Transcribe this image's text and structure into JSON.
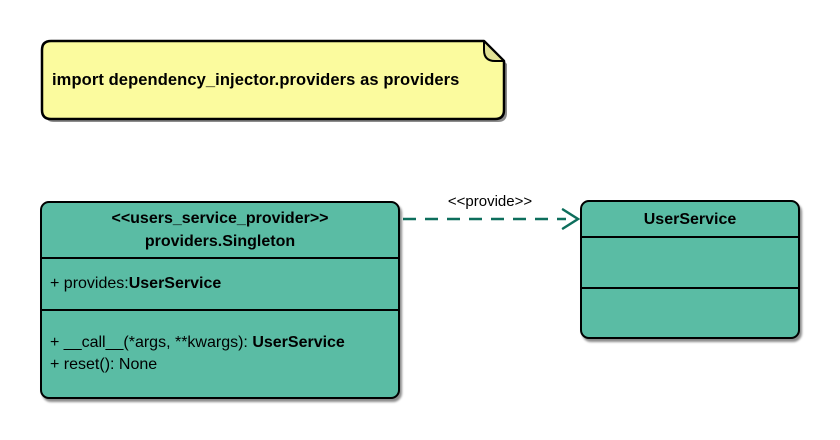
{
  "diagram": {
    "note": {
      "text": "import dependency_injector.providers as providers"
    },
    "provider_class": {
      "stereotype": "<<users_service_provider>>",
      "name": "providers.Singleton",
      "attribute_provides_label": "+ provides: ",
      "attribute_provides_type": "UserService",
      "method_call_label": "+ __call__(*args, **kwargs): ",
      "method_call_type": "UserService",
      "method_reset_label": "+ reset(): None"
    },
    "service_class": {
      "name": "UserService"
    },
    "relation": {
      "label": "<<provide>>"
    },
    "colors": {
      "class_fill": "#5ABCA4",
      "class_border": "#000000",
      "note_fill": "#FBFB9E",
      "note_fold": "#E1E194",
      "arrow": "#0D6E5C"
    }
  }
}
